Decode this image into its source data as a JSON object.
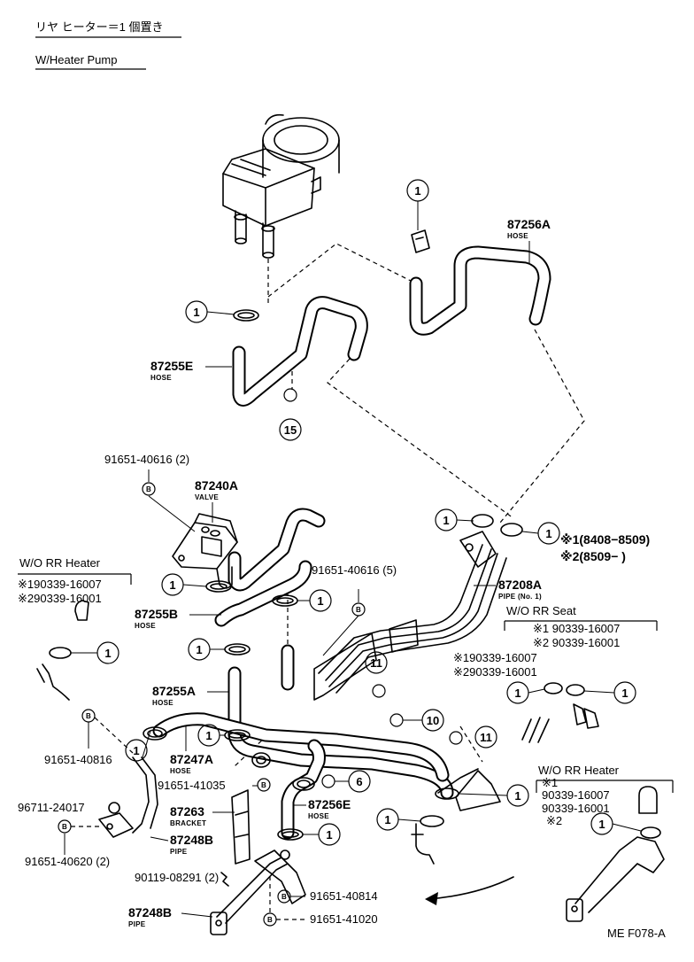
{
  "header": {
    "jp_note": "リヤ ヒーター＝1 個置き",
    "pump_note": "W/Heater Pump"
  },
  "callouts": {
    "c1": "1",
    "c6": "6",
    "c10": "10",
    "c11": "11",
    "c15": "15",
    "b": "B"
  },
  "parts": {
    "p87256A": {
      "number": "87256A",
      "desc": "HOSE"
    },
    "p87255E": {
      "number": "87255E",
      "desc": "HOSE"
    },
    "p87240A": {
      "number": "87240A",
      "desc": "VALVE"
    },
    "p87255B": {
      "number": "87255B",
      "desc": "HOSE"
    },
    "p87255A": {
      "number": "87255A",
      "desc": "HOSE"
    },
    "p87247A": {
      "number": "87247A",
      "desc": "HOSE"
    },
    "p87208A": {
      "number": "87208A",
      "desc": "PIPE (No. 1)"
    },
    "p87263": {
      "number": "87263",
      "desc": "BRACKET"
    },
    "p87256E": {
      "number": "87256E",
      "desc": "HOSE"
    },
    "p87248B_upper": {
      "number": "87248B",
      "desc": "PIPE"
    },
    "p87248B_lower": {
      "number": "87248B",
      "desc": "PIPE"
    }
  },
  "fasteners": {
    "f1": "91651-40616 (2)",
    "f2": "91651-40616 (5)",
    "f3": "91651-40816",
    "f4": "91651-41035",
    "f5": "96711-24017",
    "f6": "91651-40620 (2)",
    "f7": "90119-08291 (2)",
    "f8": "91651-40814",
    "f9": "91651-41020"
  },
  "notes": {
    "range1": "※1(8408−8509)",
    "range2": "※2(8509−      )",
    "wo_rr_heater_left": {
      "title": "W/O RR Heater",
      "line1": "※190339-16007",
      "line2": "※290339-16001"
    },
    "wo_rr_seat": {
      "title": "W/O RR Seat",
      "line1": "※1 90339-16007",
      "line2": "※2 90339-16001",
      "line3": "※190339-16007",
      "line4": "※290339-16001"
    },
    "wo_rr_heater_right": {
      "title": "W/O RR Heater",
      "mark1": "※1",
      "line1": "90339-16007",
      "line2": "90339-16001",
      "mark2": "※2"
    }
  },
  "figure_code": "ME F078-A"
}
